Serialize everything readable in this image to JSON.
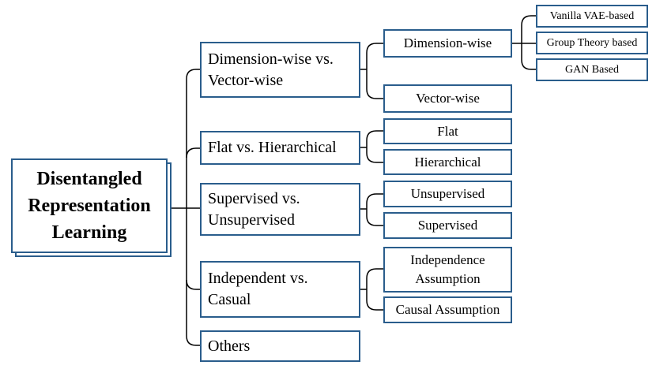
{
  "root": {
    "line1": "Disentangled",
    "line2": "Representation",
    "line3": "Learning"
  },
  "categories": [
    {
      "line1": "Dimension-wise vs.",
      "line2": "Vector-wise"
    },
    {
      "line1": "Flat vs. Hierarchical"
    },
    {
      "line1": "Supervised vs.",
      "line2": "Unsupervised"
    },
    {
      "line1": "Independent vs.",
      "line2": "Casual"
    },
    {
      "line1": "Others"
    }
  ],
  "subcategories": [
    {
      "label": "Dimension-wise"
    },
    {
      "label": "Vector-wise"
    },
    {
      "label": "Flat"
    },
    {
      "label": "Hierarchical"
    },
    {
      "label": "Unsupervised"
    },
    {
      "label": "Supervised"
    },
    {
      "line1": "Independence",
      "line2": "Assumption"
    },
    {
      "label": "Causal Assumption"
    }
  ],
  "leaves": [
    {
      "label": "Vanilla VAE-based"
    },
    {
      "label": "Group Theory based"
    },
    {
      "label": "GAN Based"
    }
  ],
  "colors": {
    "border": "#2a5d8c",
    "connector": "#000000"
  }
}
